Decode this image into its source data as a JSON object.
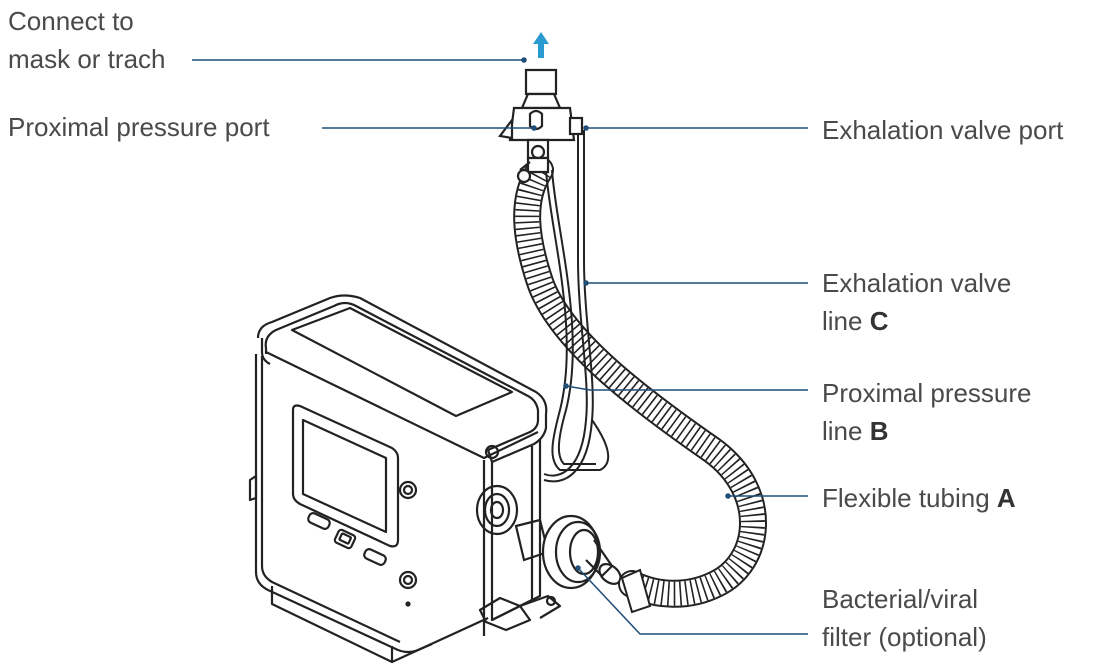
{
  "labels": {
    "connect": {
      "line1": "Connect to",
      "line2": "mask or trach"
    },
    "proximal_port": "Proximal pressure port",
    "exhalation_port": "Exhalation valve port",
    "exhalation_line": {
      "line1": "Exhalation valve",
      "line2_text": "line ",
      "line2_letter": "C"
    },
    "proximal_line": {
      "line1": "Proximal pressure",
      "line2_text": "line ",
      "line2_letter": "B"
    },
    "flexible_tubing": {
      "text": "Flexible tubing ",
      "letter": "A"
    },
    "filter": {
      "line1": "Bacterial/viral",
      "line2": "filter (optional)"
    }
  },
  "colors": {
    "leader": "#1f4e79",
    "arrow": "#2a9bd1",
    "outline": "#222222",
    "text": "#4a4a4a"
  }
}
